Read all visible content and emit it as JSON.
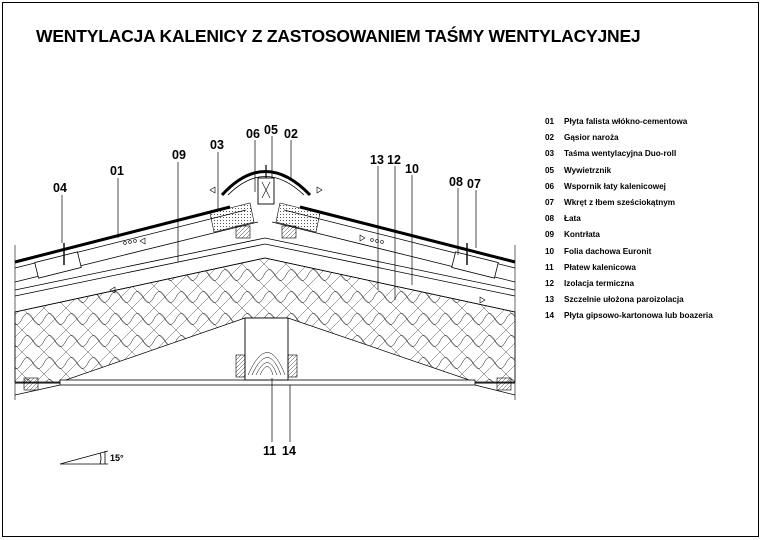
{
  "title": "WENTYLACJA KALENICY  Z  ZASTOSOWANIEM TAŚMY WENTYLACYJNEJ",
  "legend": [
    {
      "num": "01",
      "label": "Płyta  falista włókno-cementowa"
    },
    {
      "num": "02",
      "label": "Gąsior naroża"
    },
    {
      "num": "03",
      "label": "Taśma wentylacyjna Duo-roll"
    },
    {
      "num": "05",
      "label": "Wywietrznik"
    },
    {
      "num": "06",
      "label": "Wspornik łaty kalenicowej"
    },
    {
      "num": "07",
      "label": "Wkręt z łbem sześciokątnym"
    },
    {
      "num": "08",
      "label": "Łata"
    },
    {
      "num": "09",
      "label": "Kontrłata"
    },
    {
      "num": "10",
      "label": "Folia dachowa Euronit"
    },
    {
      "num": "11",
      "label": "Płatew kalenicowa"
    },
    {
      "num": "12",
      "label": "Izolacja termiczna"
    },
    {
      "num": "13",
      "label": "Szczelnie ułożona paroizolacja"
    },
    {
      "num": "14",
      "label": "Płyta gipsowo-kartonowa lub boazeria"
    }
  ],
  "callouts": {
    "c01": "01",
    "c02": "02",
    "c03": "03",
    "c04": "04",
    "c05": "05",
    "c06": "06",
    "c07": "07",
    "c08": "08",
    "c09": "09",
    "c10": "10",
    "c11": "11",
    "c12": "12",
    "c13": "13",
    "c14": "14"
  },
  "angle": "15°"
}
